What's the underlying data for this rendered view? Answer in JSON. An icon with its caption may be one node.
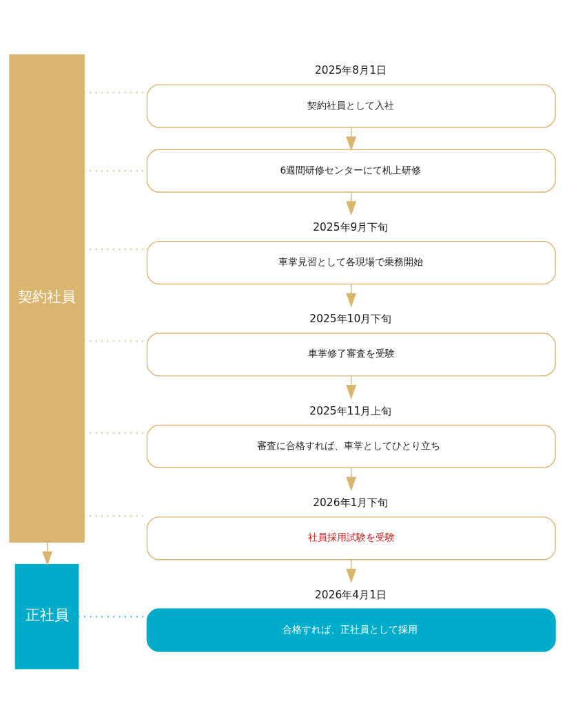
{
  "diagram": {
    "nodes": [
      {
        "text": [
          "契約社員"
        ]
      },
      {
        "text": [
          "正社員"
        ]
      },
      {
        "text": [
          "契約社員として入社"
        ],
        "beside": [
          "2025年8月1日"
        ]
      },
      {
        "text": [
          "6週間研修センターにて机上研修"
        ]
      },
      {
        "text": [
          "車掌見習として各現場で乗務開始"
        ],
        "beside": [
          "2025年9月下旬"
        ]
      },
      {
        "text": [
          "車掌修了審査を受験"
        ],
        "beside": [
          "2025年10月下旬"
        ]
      },
      {
        "text": [
          "審査に合格すれば、車掌としてひとり立ち"
        ],
        "beside": [
          "2025年11月上旬"
        ]
      },
      {
        "text": [
          "社員採用試験を受験"
        ],
        "beside": [
          "2026年1月下旬"
        ]
      },
      {
        "text": [
          "合格すれば、正社員として採用"
        ],
        "beside": [
          "2026年4月1日"
        ]
      }
    ],
    "edges": [
      {
        "from": 0,
        "to": 2,
        "arrow": "none",
        "style": "dashed"
      },
      {
        "from": 2,
        "to": 3,
        "arrow": "to"
      },
      {
        "from": 0,
        "to": 3,
        "arrow": "none",
        "style": "dashed"
      },
      {
        "from": 3,
        "to": 4,
        "arrow": "to"
      },
      {
        "from": 0,
        "to": 4,
        "arrow": "none",
        "style": "dashed"
      },
      {
        "from": 4,
        "to": 5,
        "arrow": "to"
      },
      {
        "from": 0,
        "to": 5,
        "arrow": "none",
        "style": "dashed"
      },
      {
        "from": 5,
        "to": 6,
        "arrow": "to"
      },
      {
        "from": 0,
        "to": 6,
        "arrow": "none",
        "style": "dashed"
      },
      {
        "from": 6,
        "to": 7,
        "arrow": "to"
      },
      {
        "from": 0,
        "to": 7,
        "arrow": "none",
        "style": "dashed"
      },
      {
        "from": 7,
        "to": 8,
        "arrow": "to"
      },
      {
        "from": 0,
        "to": 1,
        "arrow": "to"
      },
      {
        "from": 1,
        "to": 8,
        "arrow": "none",
        "style": "dashed",
        "color": "#00acc9"
      }
    ]
  }
}
